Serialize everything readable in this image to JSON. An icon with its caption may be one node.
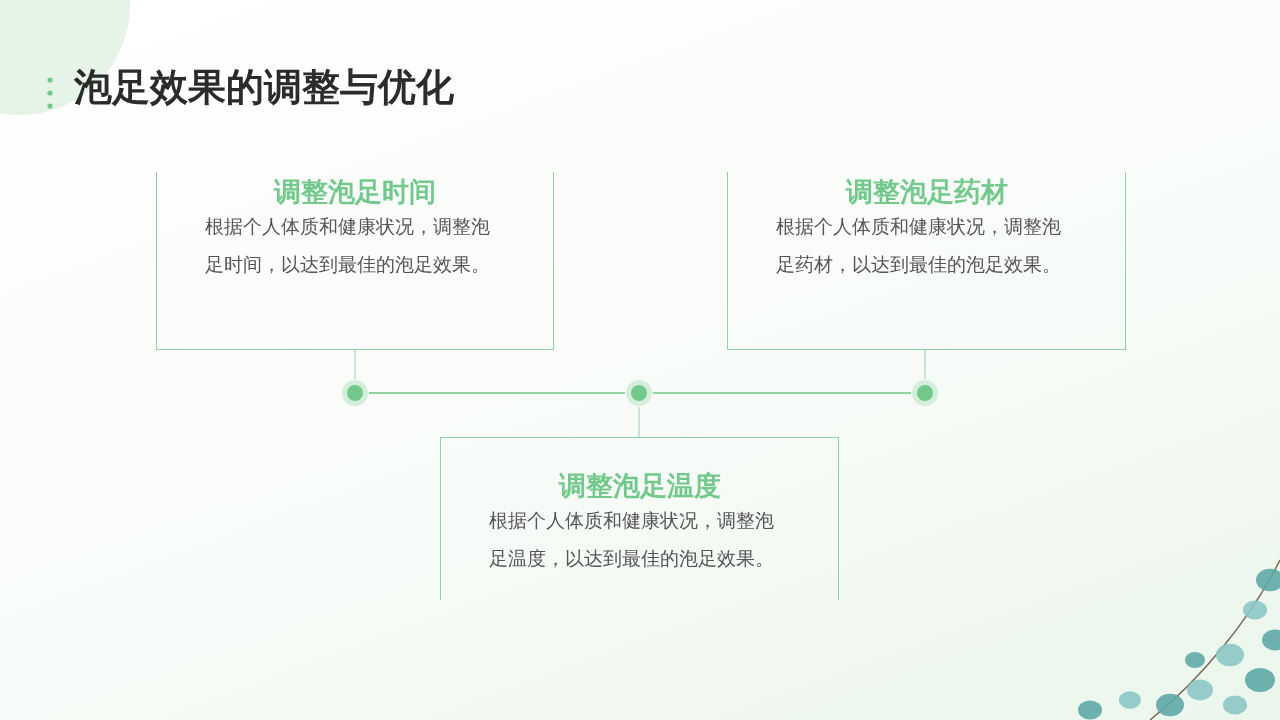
{
  "diagram": {
    "title": "泡足效果的调整与优化",
    "nodes": [
      {
        "text": [
          "调整泡足时间",
          "根据个人体质和健康状况，调整泡足时间，以达到最佳的泡足效果。"
        ]
      },
      {
        "text": [
          "调整泡足药材",
          "根据个人体质和健康状况，调整泡足药材，以达到最佳的泡足效果。"
        ]
      },
      {
        "text": [],
        "shape": "circle"
      },
      {
        "text": [],
        "shape": "circle"
      },
      {
        "text": [],
        "shape": "circle"
      },
      {
        "text": [
          "调整泡足温度",
          "根据个人体质和健康状况，调整泡足温度，以达到最佳的泡足效果。"
        ]
      }
    ],
    "edges": [
      {
        "from": 0,
        "to": 2,
        "arrow": "none"
      },
      {
        "from": 1,
        "to": 4,
        "arrow": "none"
      },
      {
        "from": 3,
        "to": 5,
        "arrow": "none"
      },
      {
        "from": 2,
        "to": 3,
        "arrow": "none"
      },
      {
        "from": 3,
        "to": 4,
        "arrow": "none"
      }
    ]
  }
}
